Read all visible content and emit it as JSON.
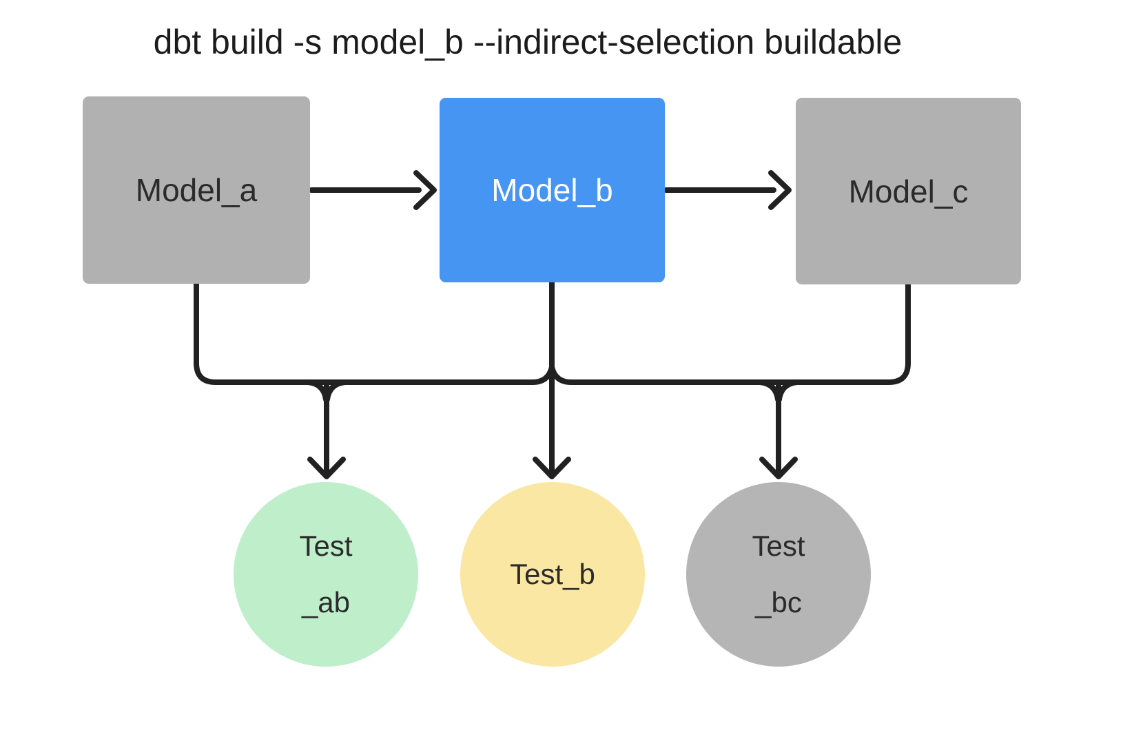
{
  "title": "dbt build -s model_b --indirect-selection buildable",
  "nodes": {
    "model_a": {
      "label": "Model_a",
      "color": "#b1b1b1"
    },
    "model_b": {
      "label": "Model_b",
      "color": "#4795f2"
    },
    "model_c": {
      "label": "Model_c",
      "color": "#b1b1b1"
    },
    "test_ab": {
      "line1": "Test",
      "line2": "_ab",
      "color": "#bfeecb"
    },
    "test_b": {
      "label": "Test_b",
      "color": "#fae7a4"
    },
    "test_bc": {
      "line1": "Test",
      "line2": "_bc",
      "color": "#b5b5b5"
    }
  },
  "edges": [
    {
      "from": "Model_a",
      "to": "Model_b"
    },
    {
      "from": "Model_b",
      "to": "Model_c"
    },
    {
      "from": "Model_a",
      "to": "Test_ab"
    },
    {
      "from": "Model_b",
      "to": "Test_ab"
    },
    {
      "from": "Model_b",
      "to": "Test_b"
    },
    {
      "from": "Model_b",
      "to": "Test_bc"
    },
    {
      "from": "Model_c",
      "to": "Test_bc"
    }
  ],
  "colors": {
    "background": "#ffffff",
    "line": "#212121",
    "text_dark": "#2b2b2b",
    "text_light": "#ffffff",
    "title_text": "#1c1c1c"
  }
}
